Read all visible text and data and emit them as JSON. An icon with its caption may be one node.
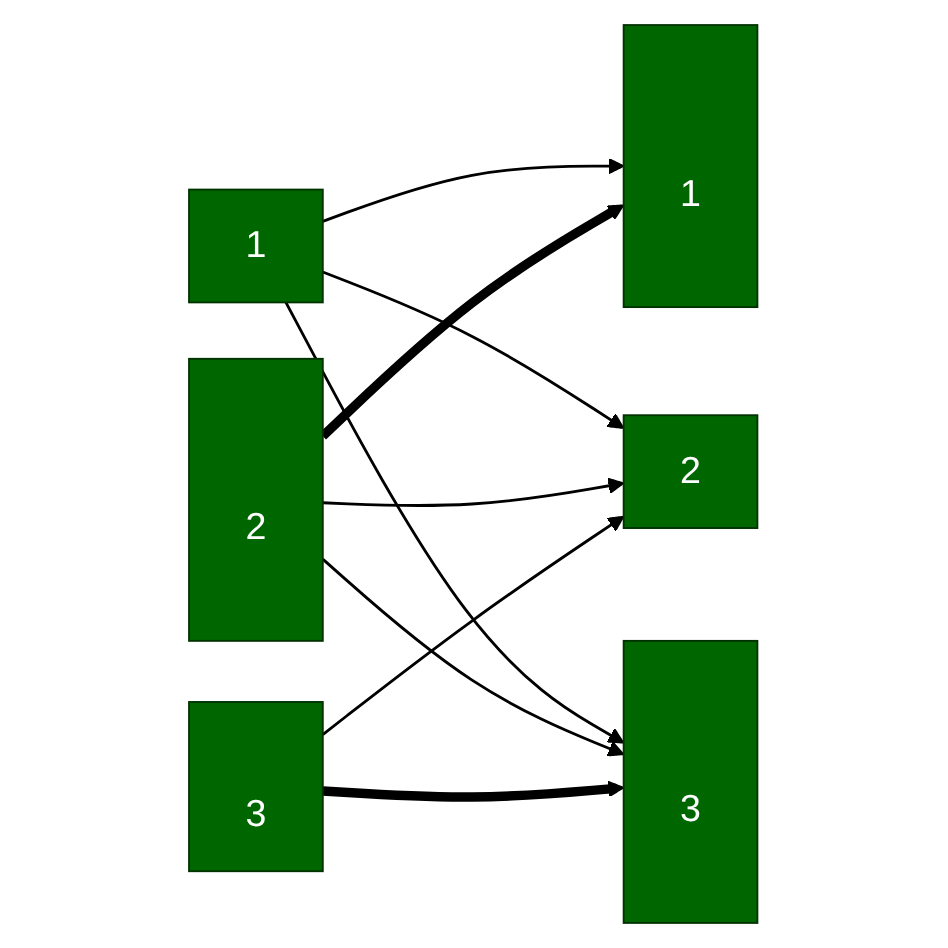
{
  "diagram": {
    "nodes": [
      {
        "text": [
          "1"
        ]
      },
      {
        "text": [
          "2"
        ]
      },
      {
        "text": [
          "3"
        ]
      },
      {
        "text": [
          "1"
        ]
      },
      {
        "text": [
          "2"
        ]
      },
      {
        "text": [
          "3"
        ]
      }
    ],
    "edges": [
      {
        "from": 0,
        "to": 3,
        "arrow": "to"
      },
      {
        "from": 0,
        "to": 4,
        "arrow": "to"
      },
      {
        "from": 0,
        "to": 5,
        "arrow": "to"
      },
      {
        "from": 1,
        "to": 3,
        "arrow": "to",
        "style": "thick"
      },
      {
        "from": 1,
        "to": 4,
        "arrow": "to"
      },
      {
        "from": 1,
        "to": 5,
        "arrow": "to"
      },
      {
        "from": 2,
        "to": 4,
        "arrow": "to"
      },
      {
        "from": 2,
        "to": 5,
        "arrow": "to",
        "style": "thick"
      }
    ]
  }
}
